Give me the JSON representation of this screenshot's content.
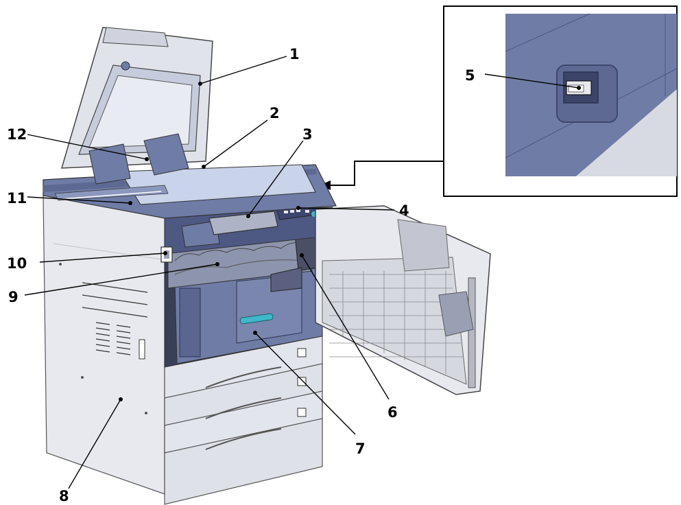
{
  "callouts": [
    {
      "id": "1",
      "label": "1"
    },
    {
      "id": "2",
      "label": "2"
    },
    {
      "id": "3",
      "label": "3"
    },
    {
      "id": "4",
      "label": "4"
    },
    {
      "id": "5",
      "label": "5"
    },
    {
      "id": "6",
      "label": "6"
    },
    {
      "id": "7",
      "label": "7"
    },
    {
      "id": "8",
      "label": "8"
    },
    {
      "id": "9",
      "label": "9"
    },
    {
      "id": "10",
      "label": "10"
    },
    {
      "id": "11",
      "label": "11"
    },
    {
      "id": "12",
      "label": "12"
    }
  ],
  "colors": {
    "panel_blue": "#6f7ca6",
    "panel_dark": "#4d5883",
    "body_light": "#e8e9ee",
    "body_mid": "#d3d5dd",
    "glass": "#c9d3ea",
    "handle": "#3fb8c9",
    "background": "#ffffff"
  }
}
